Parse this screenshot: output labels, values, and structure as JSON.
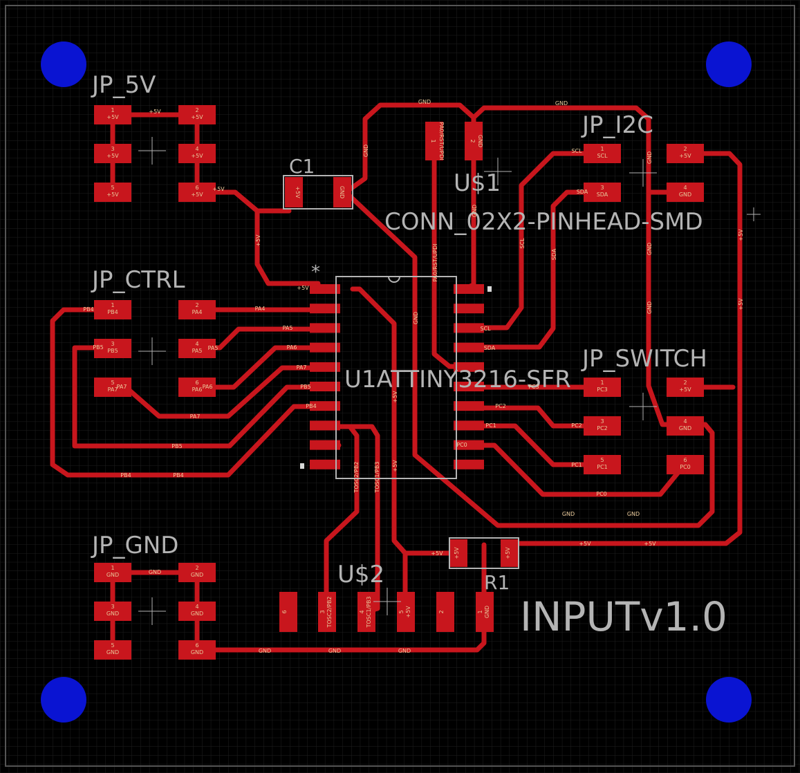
{
  "board": {
    "colors": {
      "background": "#000000",
      "grid": "#1c1c1c",
      "copper": "#c8161d",
      "silkscreen": "#b4b4b4",
      "mounting_hole": "#0a14d2",
      "outline": "#555555"
    },
    "title": "INPUTv1.0"
  },
  "components": {
    "jp_5v": {
      "name": "JP_5V",
      "pins": [
        "1",
        "2",
        "3",
        "4",
        "5",
        "6"
      ],
      "nets": [
        "+5V",
        "+5V",
        "+5V",
        "+5V",
        "+5V",
        "+5V"
      ]
    },
    "c1": {
      "name": "C1",
      "nets": [
        "+5V",
        "GND"
      ]
    },
    "us1": {
      "name": "U$1",
      "value": "CONN_02X2-PINHEAD-SMD",
      "pins": [
        "1",
        "2"
      ],
      "nets": [
        "PA0/RST/UPDI",
        "GND"
      ]
    },
    "jp_i2c": {
      "name": "JP_I2C",
      "pins": [
        "1",
        "2",
        "3",
        "4"
      ],
      "nets": [
        "SCL",
        "+5V",
        "SDA",
        "GND"
      ]
    },
    "jp_ctrl": {
      "name": "JP_CTRL",
      "pins": [
        "1",
        "2",
        "3",
        "4",
        "5",
        "6"
      ],
      "nets": [
        "PB4",
        "PA4",
        "PB5",
        "PA5",
        "PA7",
        "PA6"
      ]
    },
    "u1": {
      "name": "U1",
      "value": "ATTINY3216-SFR",
      "marker": "*"
    },
    "jp_switch": {
      "name": "JP_SWITCH",
      "pins": [
        "1",
        "2",
        "3",
        "4",
        "5",
        "6"
      ],
      "nets": [
        "PC3",
        "+5V",
        "PC2",
        "GND",
        "PC1",
        "PC0"
      ]
    },
    "jp_gnd": {
      "name": "JP_GND",
      "pins": [
        "1",
        "2",
        "3",
        "4",
        "5",
        "6"
      ],
      "nets": [
        "GND",
        "GND",
        "GND",
        "GND",
        "GND",
        "GND"
      ]
    },
    "us2": {
      "name": "U$2",
      "pins": [
        "6",
        "3",
        "4",
        "5",
        "2",
        "1"
      ],
      "nets": [
        "",
        "TOSC2/PB2",
        "TOSC1/PB3",
        "+5V",
        "",
        "GND"
      ]
    },
    "r1": {
      "name": "R1",
      "nets": [
        "+5V",
        "+5V"
      ]
    }
  },
  "net_labels": {
    "gnd": "GND",
    "v5": "+5V",
    "scl": "SCL",
    "sda": "SDA",
    "pa4": "PA4",
    "pa5": "PA5",
    "pa6": "PA6",
    "pa7": "PA7",
    "pb4": "PB4",
    "pb5": "PB5",
    "pc0": "PC0",
    "pc1": "PC1",
    "pc2": "PC2",
    "pc3": "PC3",
    "tosc2": "TOSC2/PB2",
    "tosc1": "TOSC1/PB3",
    "updi": "PA0/RST/UPDI"
  }
}
